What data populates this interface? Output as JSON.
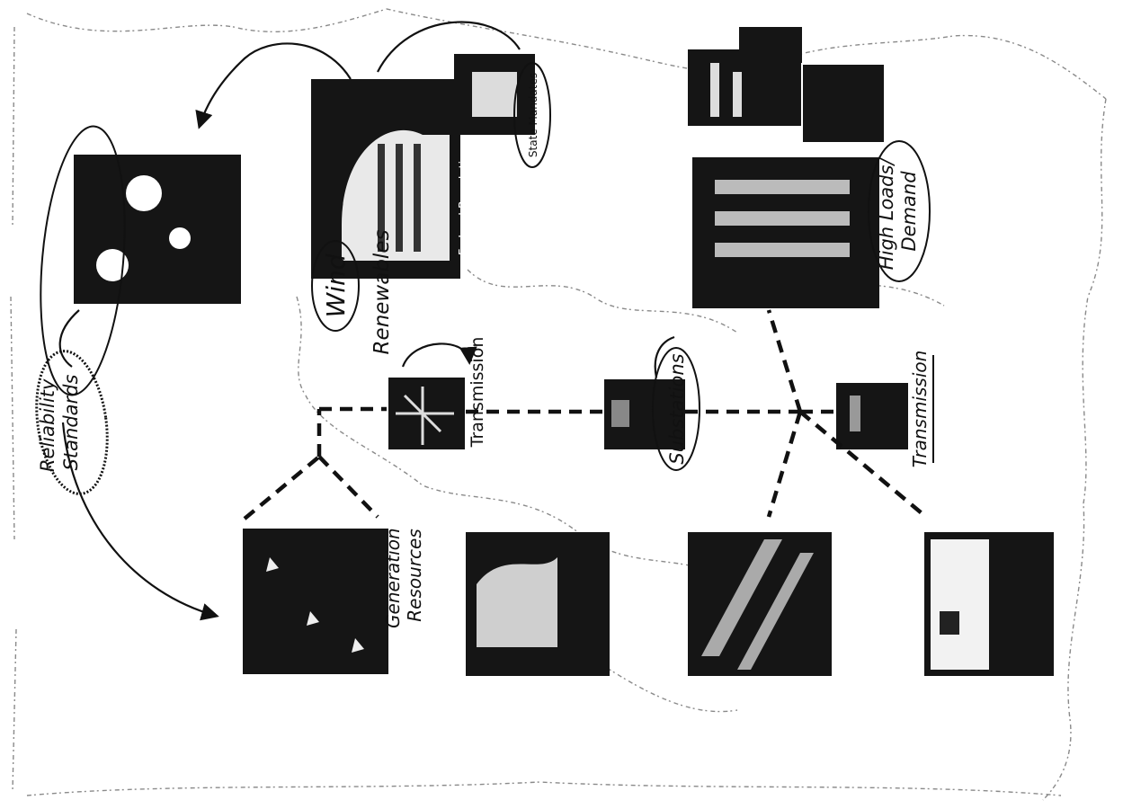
{
  "labels": {
    "reliability_standards": [
      "Reliability",
      "Standards"
    ],
    "wind": "Wind",
    "renewables": "Renewables",
    "federal_regulations": "Federal Regulations",
    "state_mandates": "State Mandates",
    "high_loads_demand": [
      "High Loads/",
      "Demand"
    ],
    "transmission_top": "Transmission",
    "substations": "Substations",
    "transmission_right": "Transmission",
    "generation_resources": [
      "Generation",
      "Resources"
    ]
  },
  "icons": {
    "people": "people-photo",
    "capitol": "capitol-photo",
    "cityscape": "cityscape-photo",
    "data_center": "data-center-photo",
    "tower": "transmission-tower-photo",
    "substation": "substation-photo",
    "line": "transmission-line-photo",
    "wind_farm": "wind-farm-photo",
    "power_plant": "power-plant-photo",
    "solar": "solar-panels-photo",
    "generator": "generator-photo"
  },
  "colors": {
    "ink": "#111111",
    "background": "#ffffff",
    "map": "#8a8a8a"
  }
}
